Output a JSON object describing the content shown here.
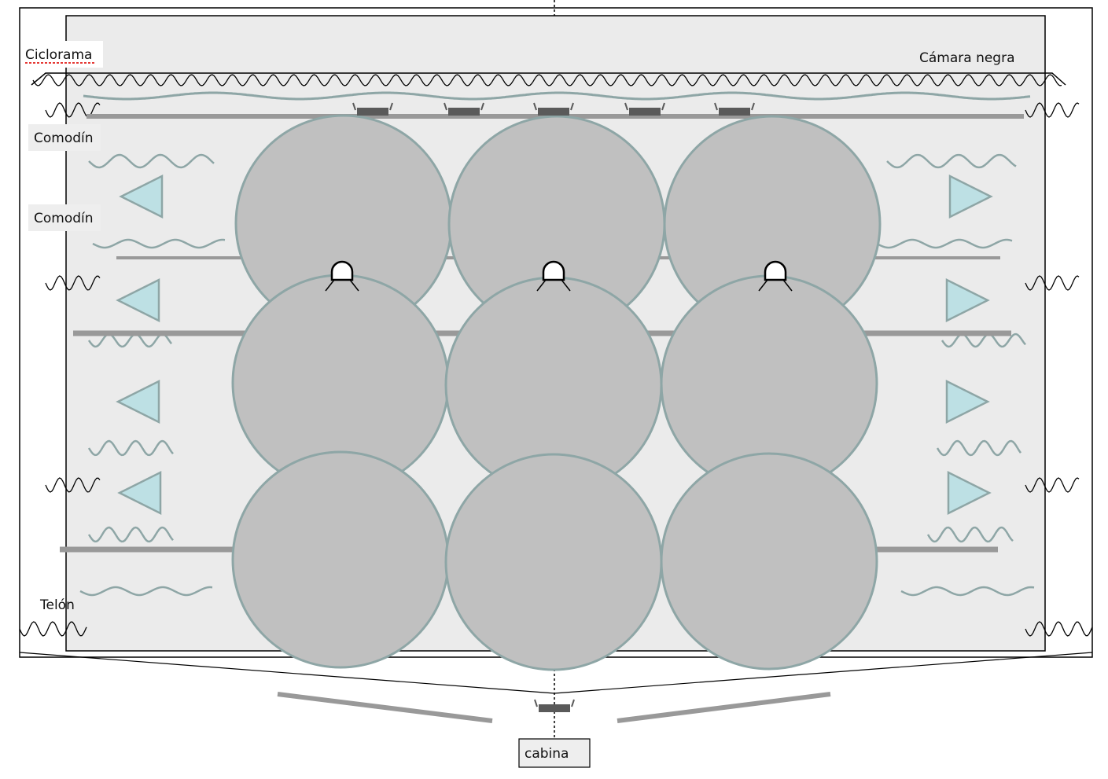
{
  "labels": {
    "ciclorama": "Ciclorama",
    "camara_negra": "Cámara negra",
    "comodin_1": "Comodín",
    "comodin_2": "Comodín",
    "telon": "Telón",
    "cabina": "cabina"
  },
  "colors": {
    "stage_fill": "#ebebeb",
    "circle_fill": "#c0c0c0",
    "circle_stroke": "#8ea6a6",
    "curtain_wave": "#8ea6a6",
    "pipe": "#999999",
    "speaker_fill": "#bde0e4",
    "speaker_stroke": "#8ea6a6",
    "fixture": "#5a5a5a",
    "ink": "#000000",
    "label_bg": "#eeeeee"
  },
  "icons": {
    "spotlight": "spotlight-icon",
    "speaker": "speaker-icon",
    "fixture": "light-fixture-icon"
  }
}
